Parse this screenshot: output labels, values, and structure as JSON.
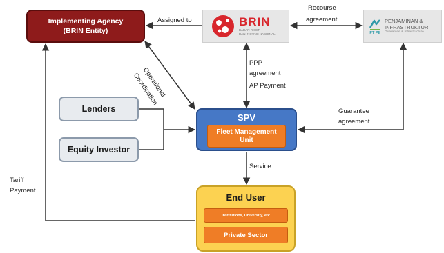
{
  "implementing_agency": {
    "line1": "Implementing Agency",
    "line2": "(BRIN Entity)"
  },
  "brin": {
    "name": "BRIN",
    "subtitle_line1": "BADAN RISET",
    "subtitle_line2": "DAN INOVASI NASIONAL"
  },
  "ppi": {
    "line1": "PENJAMINAN &",
    "line2": "INFRASTRUKTUR",
    "line3": "Guarantee & Infrastructure",
    "badge": "PT PII"
  },
  "lenders": "Lenders",
  "equity_investor": "Equity Investor",
  "spv": {
    "title": "SPV",
    "unit_line1": "Fleet Management",
    "unit_line2": "Unit"
  },
  "end_user": {
    "title": "End User",
    "segment1": "Institutions, University, etc",
    "segment2": "Private Sector"
  },
  "labels": {
    "assigned_to": "Assigned to",
    "recourse_line1": "Recourse",
    "recourse_line2": "agreement",
    "operational_line1": "Operational",
    "operational_line2": "Coordination",
    "ppp_line1": "PPP",
    "ppp_line2": "agreement",
    "ppp_line3": "AP Payment",
    "guarantee_line1": "Guarantee",
    "guarantee_line2": "agreement",
    "service": "Service",
    "tariff_line1": "Tariff",
    "tariff_line2": "Payment"
  },
  "colors": {
    "implementing_agency": "#8e1b1b",
    "spv": "#4678c6",
    "fleet_unit": "#ef7d26",
    "end_user": "#fcd251",
    "brin_red": "#d8262c",
    "ppi_teal": "#2e9aa8"
  }
}
